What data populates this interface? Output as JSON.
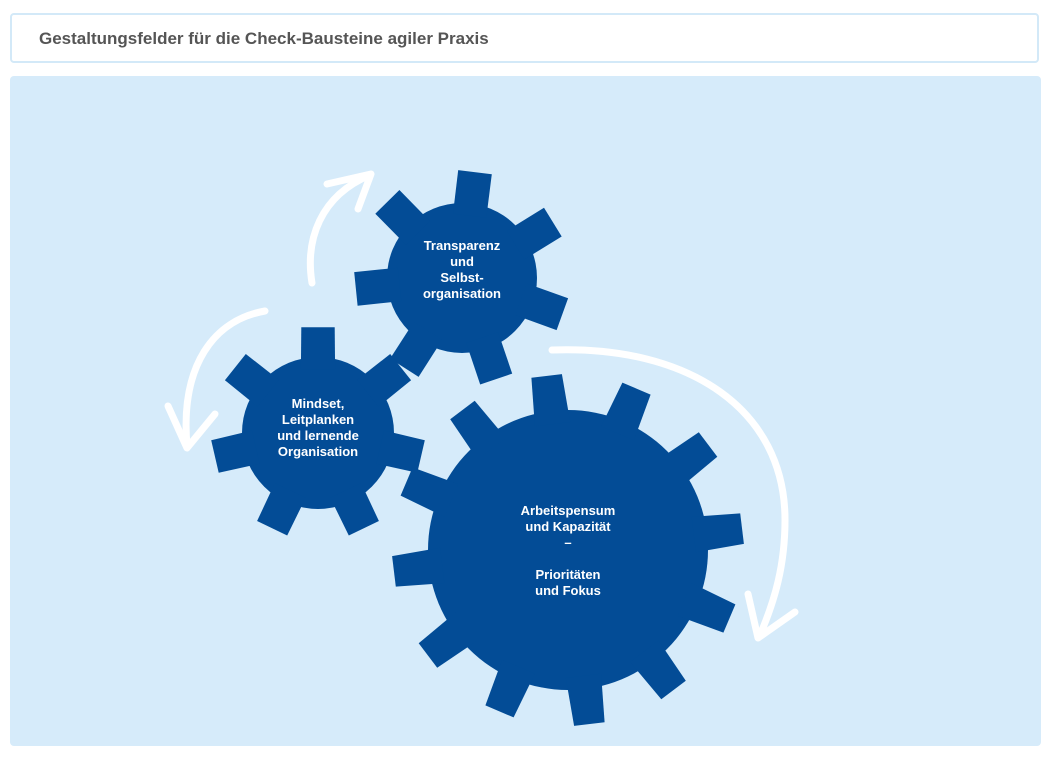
{
  "header": {
    "title": "Gestaltungsfelder für die Check-Bausteine agiler Praxis"
  },
  "colors": {
    "panel_background": "#d6ebfa",
    "gear": "#034c96",
    "arrow": "#ffffff",
    "title_text": "#555555",
    "title_border": "#d3e9f8"
  },
  "gears": {
    "top": {
      "lines": [
        "Transparenz",
        "und",
        "Selbst-",
        "organisation"
      ]
    },
    "left": {
      "lines": [
        "Mindset,",
        "Leitplanken",
        "und lernende",
        "Organisation"
      ]
    },
    "big": {
      "lines": [
        "Arbeitspensum",
        "und Kapazität",
        "–",
        "",
        "Prioritäten",
        "und Fokus"
      ]
    }
  }
}
